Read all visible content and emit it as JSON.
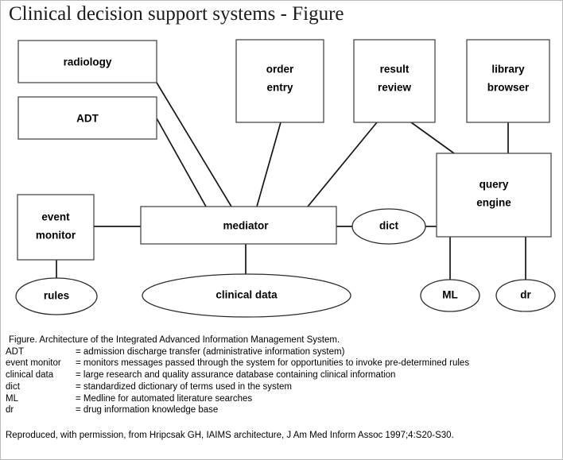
{
  "page": {
    "title": "Clinical decision support systems - Figure"
  },
  "diagram": {
    "nodes": {
      "radiology": "radiology",
      "adt": "ADT",
      "order_entry_line1": "order",
      "order_entry_line2": "entry",
      "result_review_line1": "result",
      "result_review_line2": "review",
      "library_browser_line1": "library",
      "library_browser_line2": "browser",
      "query_engine_line1": "query",
      "query_engine_line2": "engine",
      "event_monitor_line1": "event",
      "event_monitor_line2": "monitor",
      "mediator": "mediator",
      "dict": "dict",
      "rules": "rules",
      "clinical_data": "clinical data",
      "ml": "ML",
      "dr": "dr"
    },
    "colors": {
      "box_stroke": "#4a4a4a",
      "ellipse_stroke": "#2b2b2b",
      "edge_stroke": "#161616",
      "fill": "#ffffff",
      "text": "#000000"
    }
  },
  "caption": {
    "figure_line": "Figure. Architecture of the Integrated Advanced Information Management System.",
    "rows": [
      {
        "term": "ADT",
        "def": "= admission discharge transfer (administrative information system)"
      },
      {
        "term": "event monitor",
        "def": "= monitors messages passed through the system for opportunities to invoke pre-determined rules"
      },
      {
        "term": "clinical data",
        "def": "= large research and quality assurance database containing clinical information"
      },
      {
        "term": "dict",
        "def": "= standardized dictionary of terms used in the system"
      },
      {
        "term": "ML",
        "def": "= Medline for automated literature searches"
      },
      {
        "term": "dr",
        "def": "= drug information knowledge base"
      }
    ]
  },
  "credit": {
    "text": "Reproduced, with permission, from Hripcsak GH, IAIMS architecture, J Am Med Inform Assoc 1997;4:S20-S30."
  }
}
